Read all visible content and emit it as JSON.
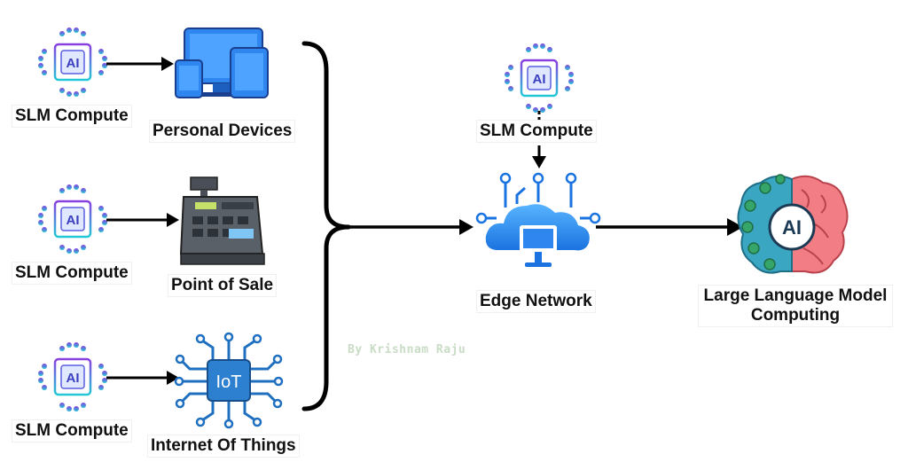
{
  "colors": {
    "arrow": "#000000",
    "chip_purple": "#7a3ddb",
    "chip_teal": "#22c5d5",
    "device_blue": "#2f86ee",
    "iot_blue": "#1f6fc0",
    "brain_pink": "#f27d85",
    "brain_green": "#35a56a",
    "register_gray": "#4a4f57"
  },
  "nodes": {
    "slm1": {
      "label": "SLM Compute",
      "icon": "ai-chip-icon",
      "chip_text": "AI"
    },
    "slm2": {
      "label": "SLM Compute",
      "icon": "ai-chip-icon",
      "chip_text": "AI"
    },
    "slm3": {
      "label": "SLM Compute",
      "icon": "ai-chip-icon",
      "chip_text": "AI"
    },
    "slm_edge": {
      "label": "SLM Compute",
      "icon": "ai-chip-icon",
      "chip_text": "AI"
    },
    "personal_devices": {
      "label": "Personal Devices",
      "icon": "devices-icon"
    },
    "point_of_sale": {
      "label": "Point of Sale",
      "icon": "cash-register-icon"
    },
    "iot": {
      "label": "Internet Of Things",
      "icon": "iot-chip-icon",
      "chip_text": "IoT"
    },
    "edge_network": {
      "label": "Edge Network",
      "icon": "edge-cloud-icon"
    },
    "llm": {
      "label_line1": "Large Language Model",
      "label_line2": "Computing",
      "icon": "ai-brain-icon",
      "chip_text": "AI"
    }
  },
  "credit": "By Krishnam Raju"
}
